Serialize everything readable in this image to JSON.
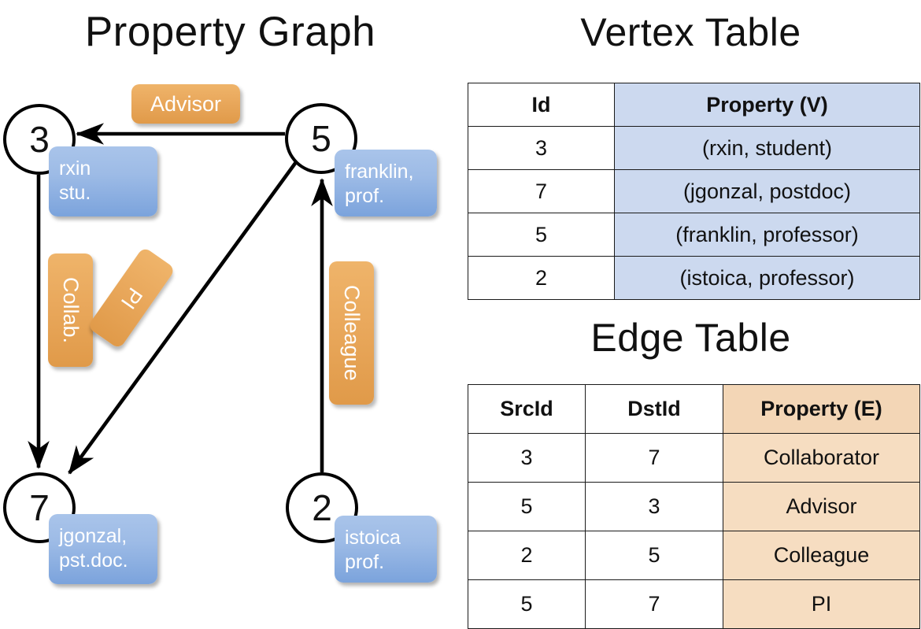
{
  "titles": {
    "property_graph": "Property Graph",
    "vertex_table": "Vertex Table",
    "edge_table": "Edge Table"
  },
  "colors": {
    "vertex_property_fill": "#ccd9ef",
    "edge_property_fill": "#f6ddc1",
    "node_property_box": "#9dbbe6",
    "edge_label_box": "#e9a85c",
    "stroke": "#000000",
    "text": "#111111",
    "box_text": "#ffffff"
  },
  "graph": {
    "nodes": [
      {
        "id": "3",
        "property_line1": "rxin",
        "property_line2": "stu."
      },
      {
        "id": "5",
        "property_line1": "franklin,",
        "property_line2": "prof."
      },
      {
        "id": "7",
        "property_line1": "jgonzal,",
        "property_line2": "pst.doc."
      },
      {
        "id": "2",
        "property_line1": "istoica",
        "property_line2": "prof."
      }
    ],
    "edge_labels": [
      {
        "name": "advisor",
        "text": "Advisor",
        "orientation": "horizontal"
      },
      {
        "name": "collab",
        "text": "Collab.",
        "orientation": "vertical"
      },
      {
        "name": "pi",
        "text": "PI",
        "orientation": "rotated"
      },
      {
        "name": "colleague",
        "text": "Colleague",
        "orientation": "vertical"
      }
    ],
    "edges": [
      {
        "src": "5",
        "dst": "3",
        "label": "Advisor"
      },
      {
        "src": "3",
        "dst": "7",
        "label": "Collab."
      },
      {
        "src": "5",
        "dst": "7",
        "label": "PI"
      },
      {
        "src": "2",
        "dst": "5",
        "label": "Colleague"
      }
    ]
  },
  "vertex_table": {
    "headers": [
      "Id",
      "Property (V)"
    ],
    "rows": [
      {
        "id": "3",
        "property": "(rxin, student)"
      },
      {
        "id": "7",
        "property": "(jgonzal, postdoc)"
      },
      {
        "id": "5",
        "property": "(franklin, professor)"
      },
      {
        "id": "2",
        "property": "(istoica, professor)"
      }
    ]
  },
  "edge_table": {
    "headers": [
      "SrcId",
      "DstId",
      "Property (E)"
    ],
    "rows": [
      {
        "src": "3",
        "dst": "7",
        "property": "Collaborator"
      },
      {
        "src": "5",
        "dst": "3",
        "property": "Advisor"
      },
      {
        "src": "2",
        "dst": "5",
        "property": "Colleague"
      },
      {
        "src": "5",
        "dst": "7",
        "property": "PI"
      }
    ]
  }
}
